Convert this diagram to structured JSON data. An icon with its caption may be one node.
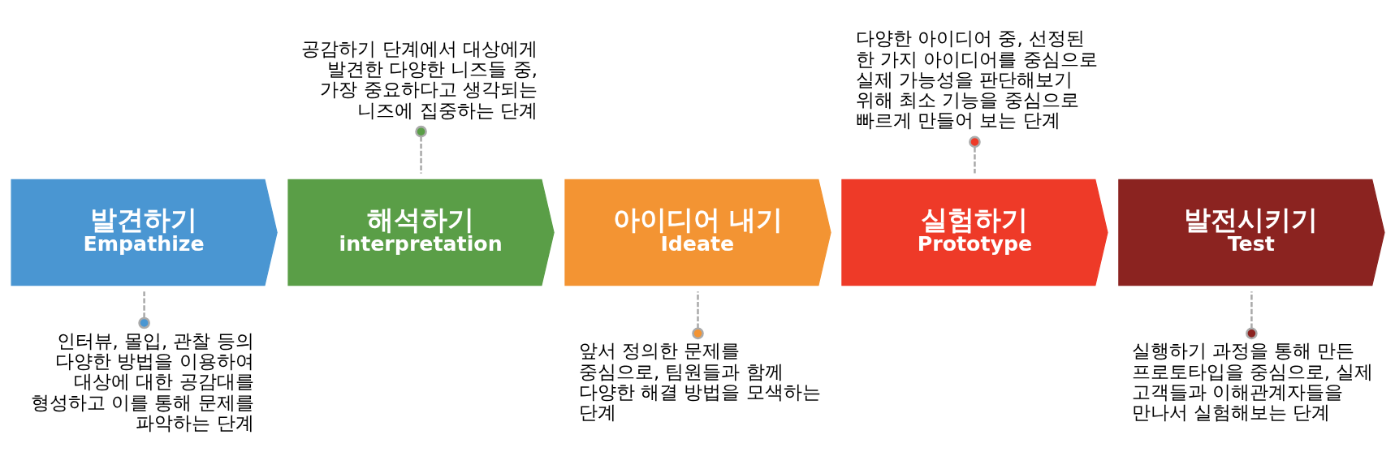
{
  "diagram": {
    "nodes": [
      {
        "text": [
          "발견하기",
          "Empathize"
        ]
      },
      {
        "text": [
          "해석하기",
          "interpretation"
        ]
      },
      {
        "text": [
          "아이디어 내기",
          "Ideate"
        ]
      },
      {
        "text": [
          "실험하기",
          "Prototype"
        ]
      },
      {
        "text": [
          "발전시키기",
          "Test"
        ]
      },
      {
        "text": [
          "인터뷰, 몰입, 관찰 등의 다양한 방법을 이용하여 대상에 대한 공감대를 형성하고 이를 통해 문제를 파악하는 단계"
        ]
      },
      {
        "text": [
          "공감하기 단계에서 대상에게 발견한 다양한 니즈들 중, 가장 중요하다고 생각되는 니즈에 집중하는 단계"
        ]
      },
      {
        "text": [
          "앞서 정의한 문제를 중심으로, 팀원들과 함께 다양한 해결 방법을 모색하는 단계"
        ]
      },
      {
        "text": [
          "다양한 아이디어 중, 선정된 한 가지 아이디어를 중심으로 실제 가능성을 판단해보기 위해 최소 기능을 중심으로 빠르게 만들어 보는 단계"
        ]
      },
      {
        "text": [
          "실행하기 과정을 통해 만든 프로토타입을 중심으로, 실제 고객들과 이해관계자들을 만나서 실험해보는 단계"
        ]
      }
    ],
    "edges": [
      {
        "from": 5,
        "to": 0,
        "arrow": "other",
        "style": "dashed"
      },
      {
        "from": 6,
        "to": 1,
        "arrow": "other",
        "style": "dashed"
      },
      {
        "from": 7,
        "to": 2,
        "arrow": "other",
        "style": "dashed"
      },
      {
        "from": 8,
        "to": 3,
        "arrow": "other",
        "style": "dashed"
      },
      {
        "from": 9,
        "to": 4,
        "arrow": "other",
        "style": "dashed"
      }
    ]
  }
}
